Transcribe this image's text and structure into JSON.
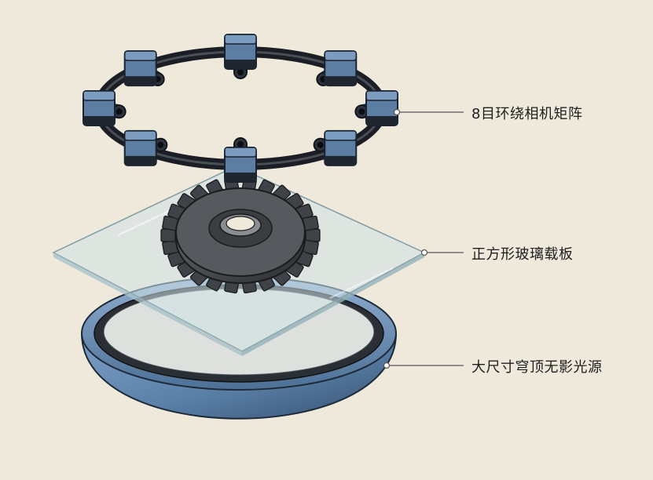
{
  "labels": {
    "camera_array": "8目环绕相机矩阵",
    "glass_stage": "正方形玻璃载板",
    "dome_light": "大尺寸穹顶无影光源"
  },
  "colors": {
    "background": "#efe9dc",
    "camera_body": "#5d7ea3",
    "camera_dark": "#1f2630",
    "ring": "#1b1e24",
    "glass": "#cfe1e6",
    "gear": "#3f4247",
    "dome": "#5f85ad",
    "leader_line": "#555555"
  }
}
